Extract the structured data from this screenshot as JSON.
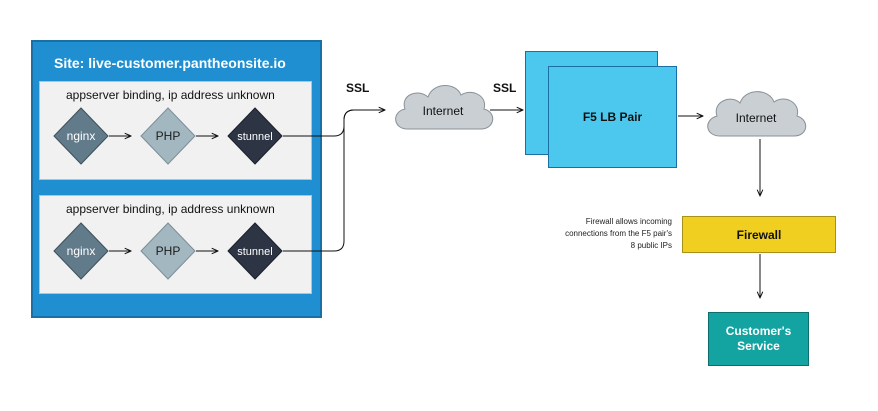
{
  "site": {
    "title": "Site: live-customer.pantheonsite.io"
  },
  "bindings": [
    {
      "label": "appserver binding, ip address unknown",
      "nodes": [
        "nginx",
        "PHP",
        "stunnel"
      ]
    },
    {
      "label": "appserver binding, ip address unknown",
      "nodes": [
        "nginx",
        "PHP",
        "stunnel"
      ]
    }
  ],
  "ssl_labels": [
    "SSL",
    "SSL"
  ],
  "clouds": [
    "Internet",
    "Internet"
  ],
  "lb": {
    "label": "F5 LB Pair"
  },
  "firewall": {
    "label": "Firewall",
    "note": "Firewall allows incoming connections from the F5 pair's 8 public IPs"
  },
  "customer": {
    "label": "Customer's Service"
  },
  "colors": {
    "site_blue": "#1f8fd1",
    "lb_cyan": "#4cc8ee",
    "firewall_yellow": "#f0cf21",
    "customer_teal": "#13a3a1",
    "nginx_slate": "#617b8b",
    "php_gray": "#a3b7c1",
    "stunnel_dark": "#2d3444"
  }
}
